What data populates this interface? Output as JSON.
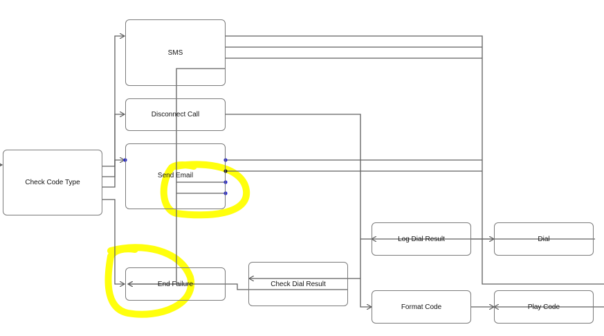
{
  "nodes": {
    "check_code_type": "Check Code Type",
    "sms": "SMS",
    "disconnect_call": "Disconnect Call",
    "send_email": "Send Email",
    "end_failure": "End Failure",
    "check_dial_result": "Check Dial Result",
    "log_dial_result": "Log Dial Result",
    "dial": "Dial",
    "format_code": "Format Code",
    "play_code": "Play Code"
  },
  "colors": {
    "edge": "#5f5f5f",
    "node_border": "#7a7a7a",
    "port": "#2a2acf",
    "highlight": "#ffff00"
  },
  "icons": {
    "arrowhead": "arrow-head-icon",
    "port": "connection-port-icon"
  }
}
